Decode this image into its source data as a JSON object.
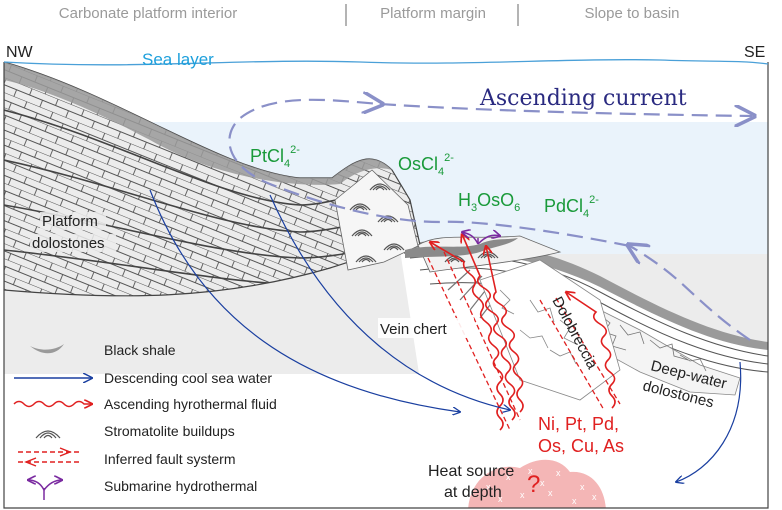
{
  "zones": [
    "Carbonate platform interior",
    "Platform margin",
    "Slope to basin"
  ],
  "orientation": {
    "left": "NW",
    "right": "SE"
  },
  "sea_layer": "Sea layer",
  "ascending_current": "Ascending current",
  "species": {
    "pt": {
      "base": "PtCl",
      "sub": "4",
      "sup": "2-"
    },
    "os": {
      "base": "OsCl",
      "sub": "4",
      "sup": "2-"
    },
    "h3": {
      "a": "H",
      "a_sub": "3",
      "b": "OsO",
      "b_sub": "6"
    },
    "pd": {
      "base": "PdCl",
      "sub": "4",
      "sup": "2-"
    }
  },
  "rock_labels": {
    "platform_1": "Platform",
    "platform_2": "dolostones",
    "vein_chert": "Vein chert",
    "dolobreccia": "Dolobreccia",
    "deep_1": "Deep-water",
    "deep_2": "dolostones"
  },
  "metals": {
    "line1": "Ni, Pt, Pd,",
    "line2": "Os, Cu, As"
  },
  "heat_source": {
    "line1": "Heat source",
    "line2": "at depth",
    "mark": "?"
  },
  "legend": [
    "Black shale",
    "Descending cool sea water",
    "Ascending hyrothermal fluid",
    "Stromatolite buildups",
    "Inferred fault systerm",
    "Submarine hydrothermal"
  ],
  "colors": {
    "sea_label": "#1ea0dc",
    "current": "#8a90c8",
    "current_text": "#2a2a80",
    "species": "#1a9a3a",
    "descending": "#1a3fa0",
    "hydrothermal": "#e02020",
    "submarine": "#7a2aa0",
    "heat": "#f4b6b6",
    "zones_text": "#9a9a9a"
  }
}
